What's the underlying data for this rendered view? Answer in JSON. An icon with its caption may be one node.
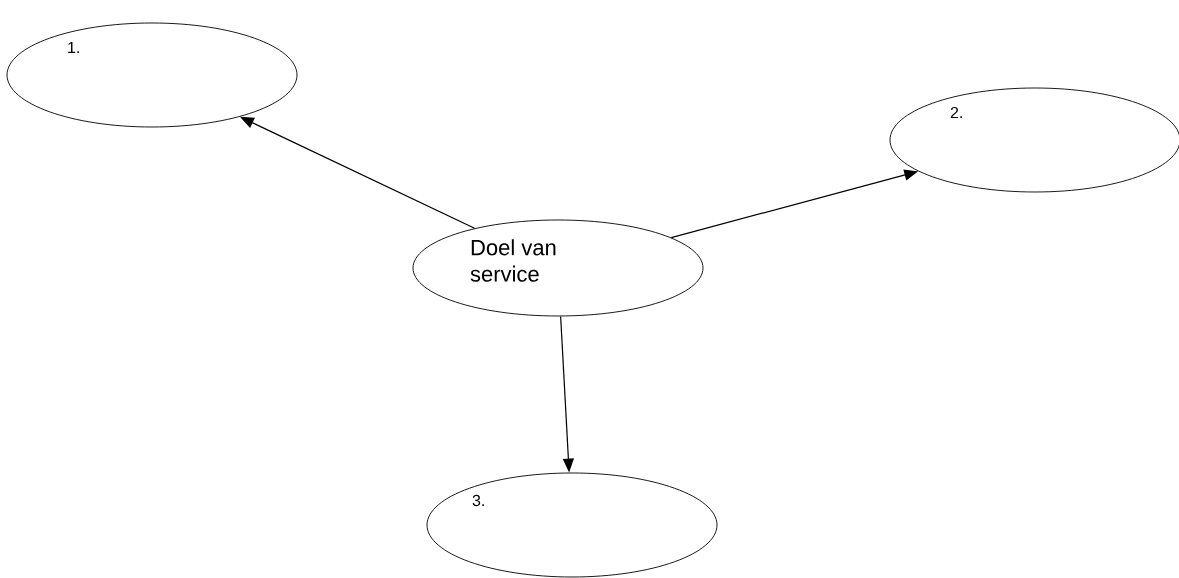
{
  "diagram": {
    "nodes": [
      {
        "text": [
          "1."
        ]
      },
      {
        "text": [
          "2."
        ]
      },
      {
        "text": [
          "Doel van service"
        ]
      },
      {
        "text": [
          "3."
        ]
      }
    ],
    "edges": [
      {
        "from": 2,
        "to": 0,
        "arrow": "to"
      },
      {
        "from": 2,
        "to": 1,
        "arrow": "to"
      },
      {
        "from": 2,
        "to": 3,
        "arrow": "to"
      }
    ]
  }
}
